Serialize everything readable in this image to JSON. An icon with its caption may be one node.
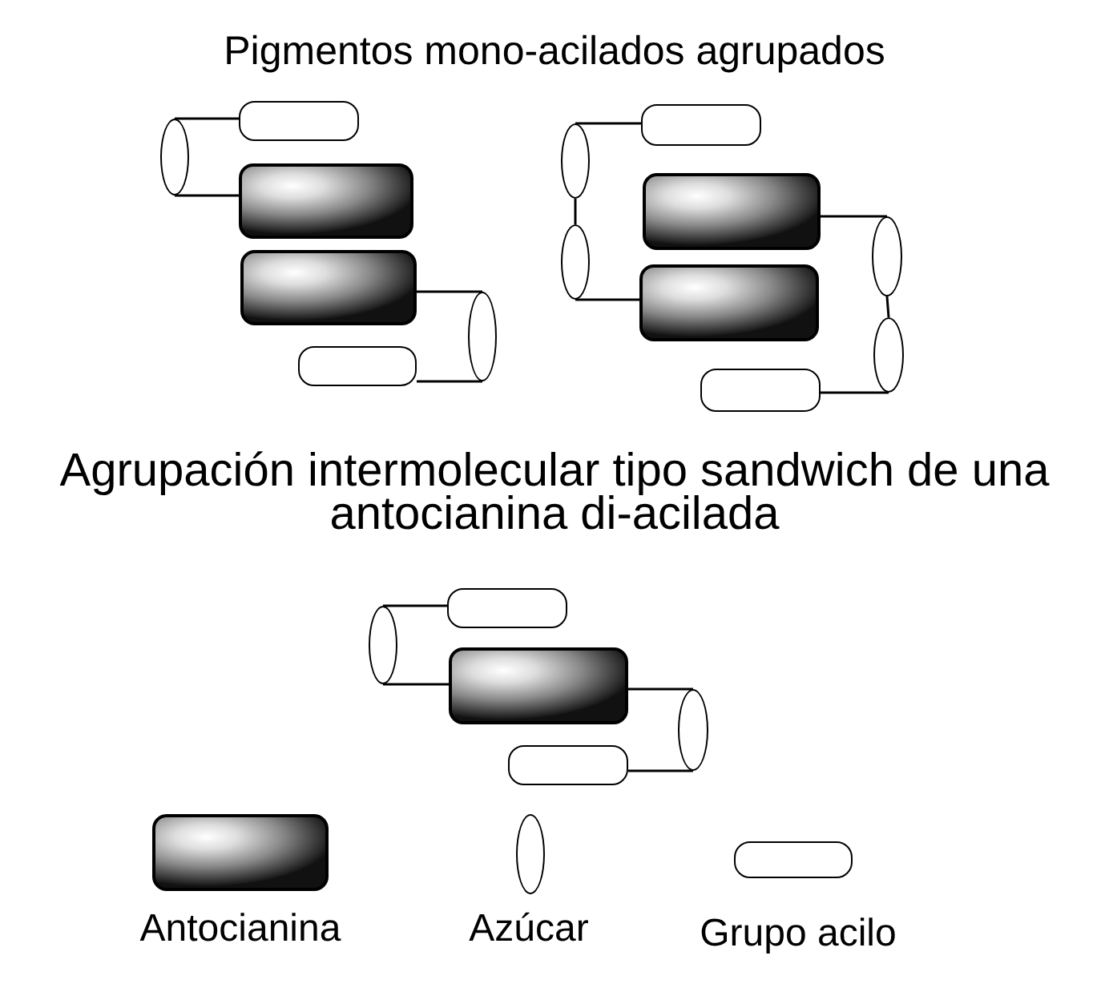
{
  "diagram": {
    "title": "Pigmentos mono-acilados agrupados",
    "nodes": [
      {
        "text": [],
        "shape": "bar"
      },
      {
        "text": [],
        "shape": "ellipse"
      },
      {
        "text": [],
        "shape": "box"
      },
      {
        "text": [],
        "shape": "box"
      },
      {
        "text": [],
        "shape": "ellipse"
      },
      {
        "text": [],
        "shape": "bar"
      },
      {
        "text": [],
        "shape": "bar"
      },
      {
        "text": [],
        "shape": "ellipse"
      },
      {
        "text": [],
        "shape": "ellipse"
      },
      {
        "text": [],
        "shape": "box"
      },
      {
        "text": [],
        "shape": "box"
      },
      {
        "text": [],
        "shape": "ellipse"
      },
      {
        "text": [],
        "shape": "ellipse"
      },
      {
        "text": [],
        "shape": "bar"
      },
      {
        "text": [],
        "shape": "bar"
      },
      {
        "text": [],
        "shape": "ellipse"
      },
      {
        "text": [],
        "shape": "box"
      },
      {
        "text": [],
        "shape": "ellipse"
      },
      {
        "text": [],
        "shape": "bar"
      }
    ],
    "edges": [
      {
        "from": 1,
        "to": 0,
        "arrow": "none"
      },
      {
        "from": 1,
        "to": 2,
        "arrow": "none"
      },
      {
        "from": 3,
        "to": 4,
        "arrow": "none"
      },
      {
        "from": 4,
        "to": 5,
        "arrow": "none"
      },
      {
        "from": 7,
        "to": 6,
        "arrow": "none"
      },
      {
        "from": 7,
        "to": 8,
        "arrow": "none"
      },
      {
        "from": 8,
        "to": 10,
        "arrow": "none"
      },
      {
        "from": 9,
        "to": 11,
        "arrow": "none"
      },
      {
        "from": 11,
        "to": 12,
        "arrow": "none"
      },
      {
        "from": 12,
        "to": 13,
        "arrow": "none"
      },
      {
        "from": 15,
        "to": 14,
        "arrow": "none"
      },
      {
        "from": 15,
        "to": 16,
        "arrow": "none"
      },
      {
        "from": 16,
        "to": 17,
        "arrow": "none"
      },
      {
        "from": 17,
        "to": 18,
        "arrow": "none"
      }
    ],
    "labels": [
      "Agrupación intermolecular tipo sandwich de una antocianina di-acilada"
    ],
    "legend": [
      {
        "text": "Antocianina"
      },
      {
        "text": "Azúcar"
      },
      {
        "text": "Grupo acilo"
      }
    ]
  }
}
